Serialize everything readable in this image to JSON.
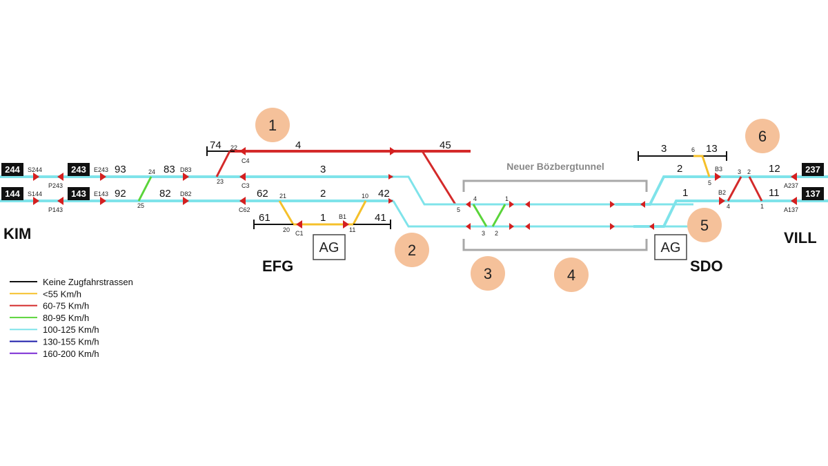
{
  "colors": {
    "none": "#111111",
    "lt55": "#f5c02a",
    "s60_75": "#d42a2a",
    "s80_95": "#5ad43a",
    "s100_125": "#7fe3ea",
    "s130_155": "#1a1aa8",
    "s160_200": "#7a2ad4",
    "signal": "#d42020",
    "circle": "#f5c19a",
    "tunnel_box": "#a8a8a8"
  },
  "stations": {
    "kim": "KIM",
    "efg": "EFG",
    "sdo": "SDO",
    "vill": "VILL"
  },
  "track_tags": {
    "t244": "244",
    "t243": "243",
    "t144": "144",
    "t143": "143",
    "t237": "237",
    "t137": "137"
  },
  "signal_labels": {
    "s244": "S244",
    "p243": "P243",
    "e243": "E243",
    "d83": "D83",
    "s144": "S144",
    "p143": "P143",
    "e143": "E143",
    "d82": "D82",
    "c4": "C4",
    "c3": "C3",
    "c62": "C62",
    "c1": "C1",
    "b1": "B1",
    "b3": "B3",
    "b2": "B2",
    "a237": "A237",
    "a137": "A137"
  },
  "track_numbers": {
    "n93": "93",
    "n83": "83",
    "n92": "92",
    "n82": "82",
    "n74": "74",
    "n4": "4",
    "n45": "45",
    "n3": "3",
    "n62": "62",
    "n2": "2",
    "n42": "42",
    "n61": "61",
    "n1": "1",
    "n41": "41",
    "r3": "3",
    "r13": "13",
    "r2": "2",
    "r1": "1",
    "r12": "12",
    "r11": "11"
  },
  "switch_numbers": {
    "w24": "24",
    "w25": "25",
    "w22": "22",
    "w23": "23",
    "w21": "21",
    "w20": "20",
    "w10": "10",
    "w11": "11",
    "w5a": "5",
    "w4": "4",
    "w1": "1",
    "w3": "3",
    "w2": "2",
    "w6": "6",
    "w5b": "5",
    "w3b": "3",
    "w2b": "2",
    "w4b": "4",
    "w1b": "1"
  },
  "tunnel": {
    "label": "Neuer Bözbergtunnel"
  },
  "ag_boxes": {
    "left": "AG",
    "right": "AG"
  },
  "circles": {
    "c1": "1",
    "c2": "2",
    "c3": "3",
    "c4": "4",
    "c5": "5",
    "c6": "6"
  },
  "legend": [
    {
      "label": "Keine Zugfahrstrassen",
      "color_key": "none"
    },
    {
      "label": "<55 Km/h",
      "color_key": "lt55"
    },
    {
      "label": "60-75 Km/h",
      "color_key": "s60_75"
    },
    {
      "label": "80-95 Km/h",
      "color_key": "s80_95"
    },
    {
      "label": "100-125 Km/h",
      "color_key": "s100_125"
    },
    {
      "label": "130-155 Km/h",
      "color_key": "s130_155"
    },
    {
      "label": "160-200 Km/h",
      "color_key": "s160_200"
    }
  ]
}
